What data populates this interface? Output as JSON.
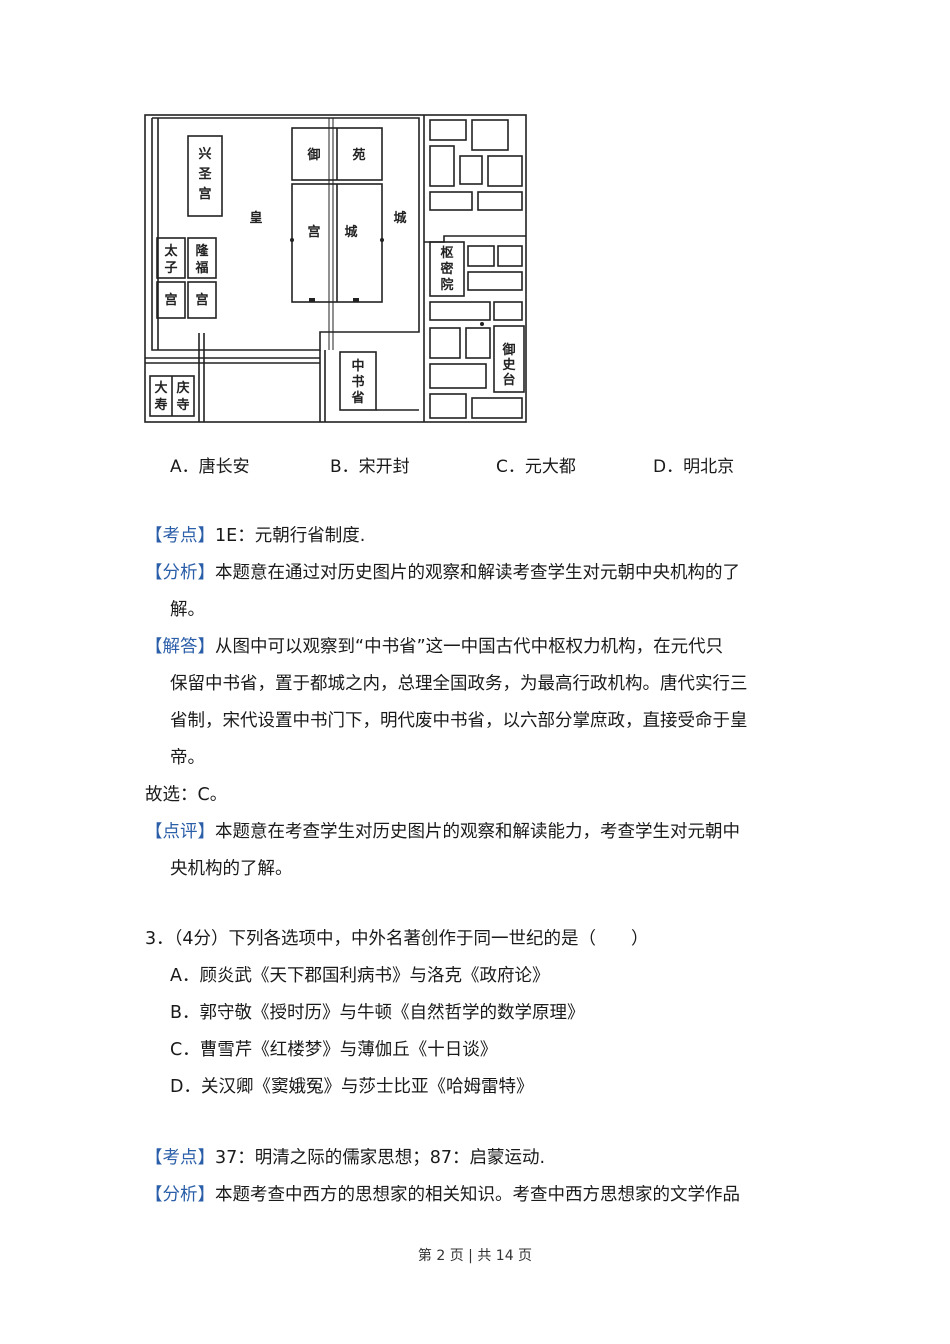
{
  "map": {
    "labels": {
      "xingsheng": [
        "兴",
        "圣",
        "宫"
      ],
      "yu": "御",
      "yuan": "苑",
      "huang": "皇",
      "gong": "宫",
      "cheng1": "城",
      "cheng2": "城",
      "taizi": [
        "太",
        "子",
        "宫"
      ],
      "longfu": [
        "隆",
        "福",
        "宫"
      ],
      "shumi": [
        "枢",
        "密",
        "院"
      ],
      "zhongshu": [
        "中",
        "书",
        "省"
      ],
      "yushi": [
        "御",
        "史",
        "台"
      ],
      "dashou": [
        "大",
        "寿"
      ],
      "qingsi": [
        "庆",
        "寺"
      ]
    }
  },
  "q2_options": [
    "A．唐长安",
    "B．宋开封",
    "C．元大都",
    "D．明北京"
  ],
  "q2": {
    "kaodian_tag": "【考点】",
    "kaodian_text": "1E：元朝行省制度.",
    "fenxi_tag": "【分析】",
    "fenxi_lines": [
      "本题意在通过对历史图片的观察和解读考查学生对元朝中央机构的了",
      "解。"
    ],
    "jieda_tag": "【解答】",
    "jieda_lines": [
      "从图中可以观察到“中书省”这一中国古代中枢权力机构，在元代只",
      "保留中书省，置于都城之内，总理全国政务，为最高行政机构。唐代实行三",
      "省制，宋代设置中书门下，明代废中书省，以六部分掌庶政，直接受命于皇",
      "帝。"
    ],
    "guxuan": "故选：C。",
    "dianping_tag": "【点评】",
    "dianping_lines": [
      "本题意在考查学生对历史图片的观察和解读能力，考查学生对元朝中",
      "央机构的了解。"
    ]
  },
  "q3": {
    "stem": "3．（4分）下列各选项中，中外名著创作于同一世纪的是（　　）",
    "options": [
      "A．顾炎武《天下郡国利病书》与洛克《政府论》",
      "B．郭守敬《授时历》与牛顿《自然哲学的数学原理》",
      "C．曹雪芹《红楼梦》与薄伽丘《十日谈》",
      "D．关汉卿《窦娥冤》与莎士比亚《哈姆雷特》"
    ],
    "kaodian_tag": "【考点】",
    "kaodian_text": "37：明清之际的儒家思想；87：启蒙运动.",
    "fenxi_tag": "【分析】",
    "fenxi_text": "本题考查中西方的思想家的相关知识。考查中西方思想家的文学作品"
  },
  "footer": "第 2 页 | 共 14 页"
}
